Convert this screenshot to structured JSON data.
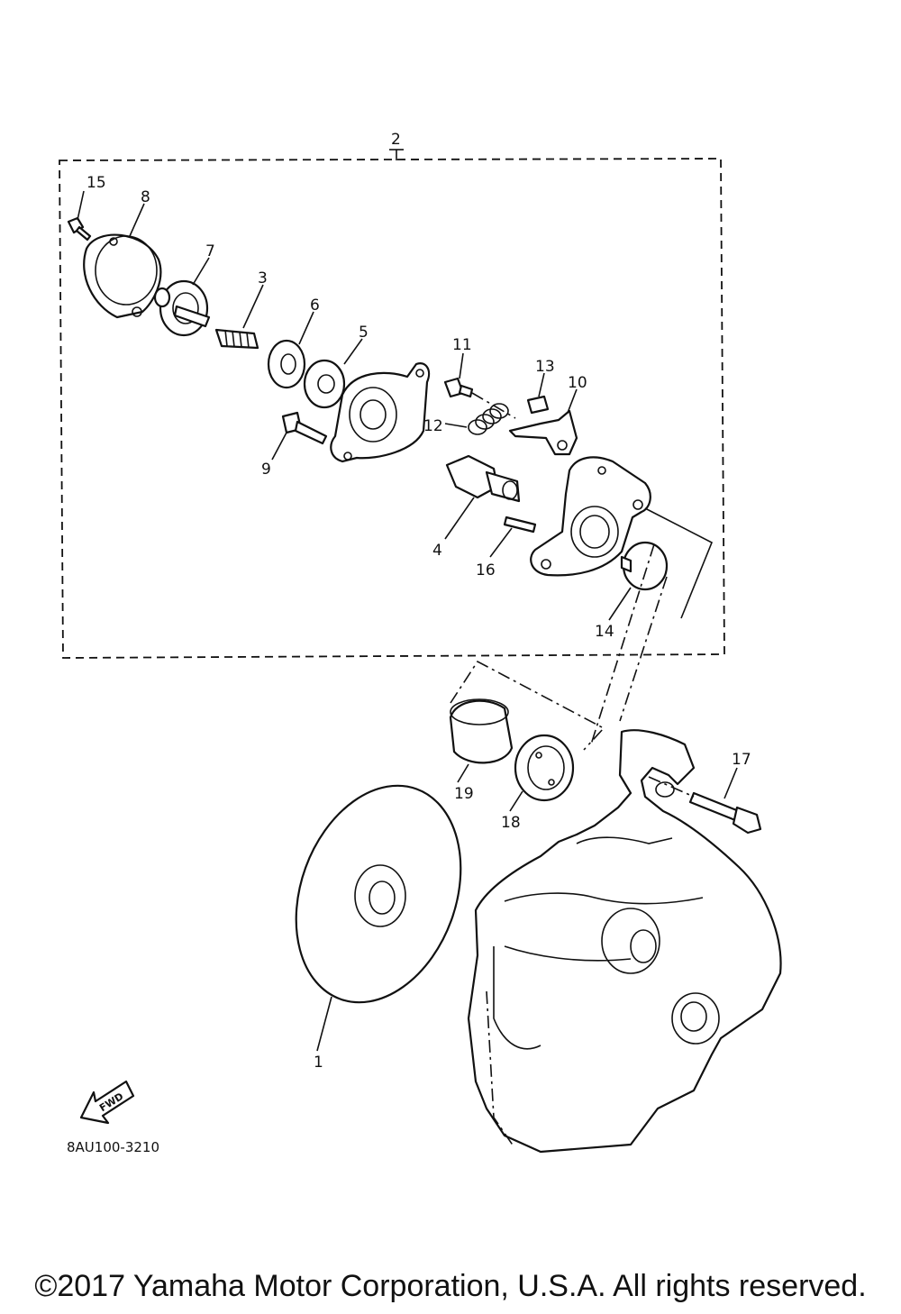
{
  "callouts": {
    "c1": "1",
    "c2": "2",
    "c3": "3",
    "c4": "4",
    "c5": "5",
    "c6": "6",
    "c7": "7",
    "c8": "8",
    "c9": "9",
    "c10": "10",
    "c11": "11",
    "c12": "12",
    "c13": "13",
    "c14": "14",
    "c15": "15",
    "c16": "16",
    "c17": "17",
    "c18": "18",
    "c19": "19"
  },
  "fwd_label": "FWD",
  "diagram_code": "8AU100-3210",
  "copyright": "©2017 Yamaha Motor Corporation, U.S.A. All rights reserved."
}
